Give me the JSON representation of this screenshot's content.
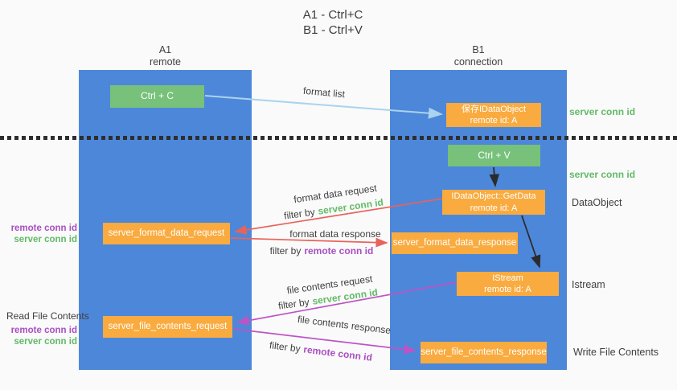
{
  "title": {
    "line1": "A1 - Ctrl+C",
    "line2": "B1 - Ctrl+V"
  },
  "columns": {
    "left": {
      "name": "A1",
      "subtitle": "remote"
    },
    "right": {
      "name": "B1",
      "subtitle": "connection"
    }
  },
  "boxes": {
    "ctrl_c": "Ctrl + C",
    "ctrl_v": "Ctrl + V",
    "save_dataobject": {
      "line1": "保存IDataObject",
      "line2": "remote id: A"
    },
    "getdata": {
      "line1": "IDataObject::GetData",
      "line2": "remote id: A"
    },
    "istream": {
      "line1": "IStream",
      "line2": "remote id: A"
    },
    "server_format_data_request": "server_format_data_request",
    "server_format_data_response": "server_format_data_response",
    "server_file_contents_request": "server_file_contents_request",
    "server_file_contents_response": "server_file_contents_response"
  },
  "labels": {
    "format_list": "format list",
    "format_data_request": "format data request",
    "format_data_response": "format data response",
    "file_contents_request": "file contents request",
    "file_contents_response": "file contents response",
    "filter_by": "filter by",
    "server_conn_id": "server conn id",
    "remote_conn_id": "remote conn id",
    "dataobject": "DataObject",
    "istream": "Istream",
    "read_file_contents": "Read File Contents",
    "write_file_contents": "Write File Contents"
  },
  "colors": {
    "background": "#fafafa",
    "column_blue": "#4d87d9",
    "box_green": "#77c17a",
    "box_orange": "#f9ab40",
    "arrow_red": "#e8635c",
    "arrow_magenta": "#bd54c6",
    "arrow_lightblue": "#a9d3ee",
    "arrow_black": "#2b2b2b",
    "text_green": "#62ba66",
    "text_purple": "#a84fc0"
  }
}
